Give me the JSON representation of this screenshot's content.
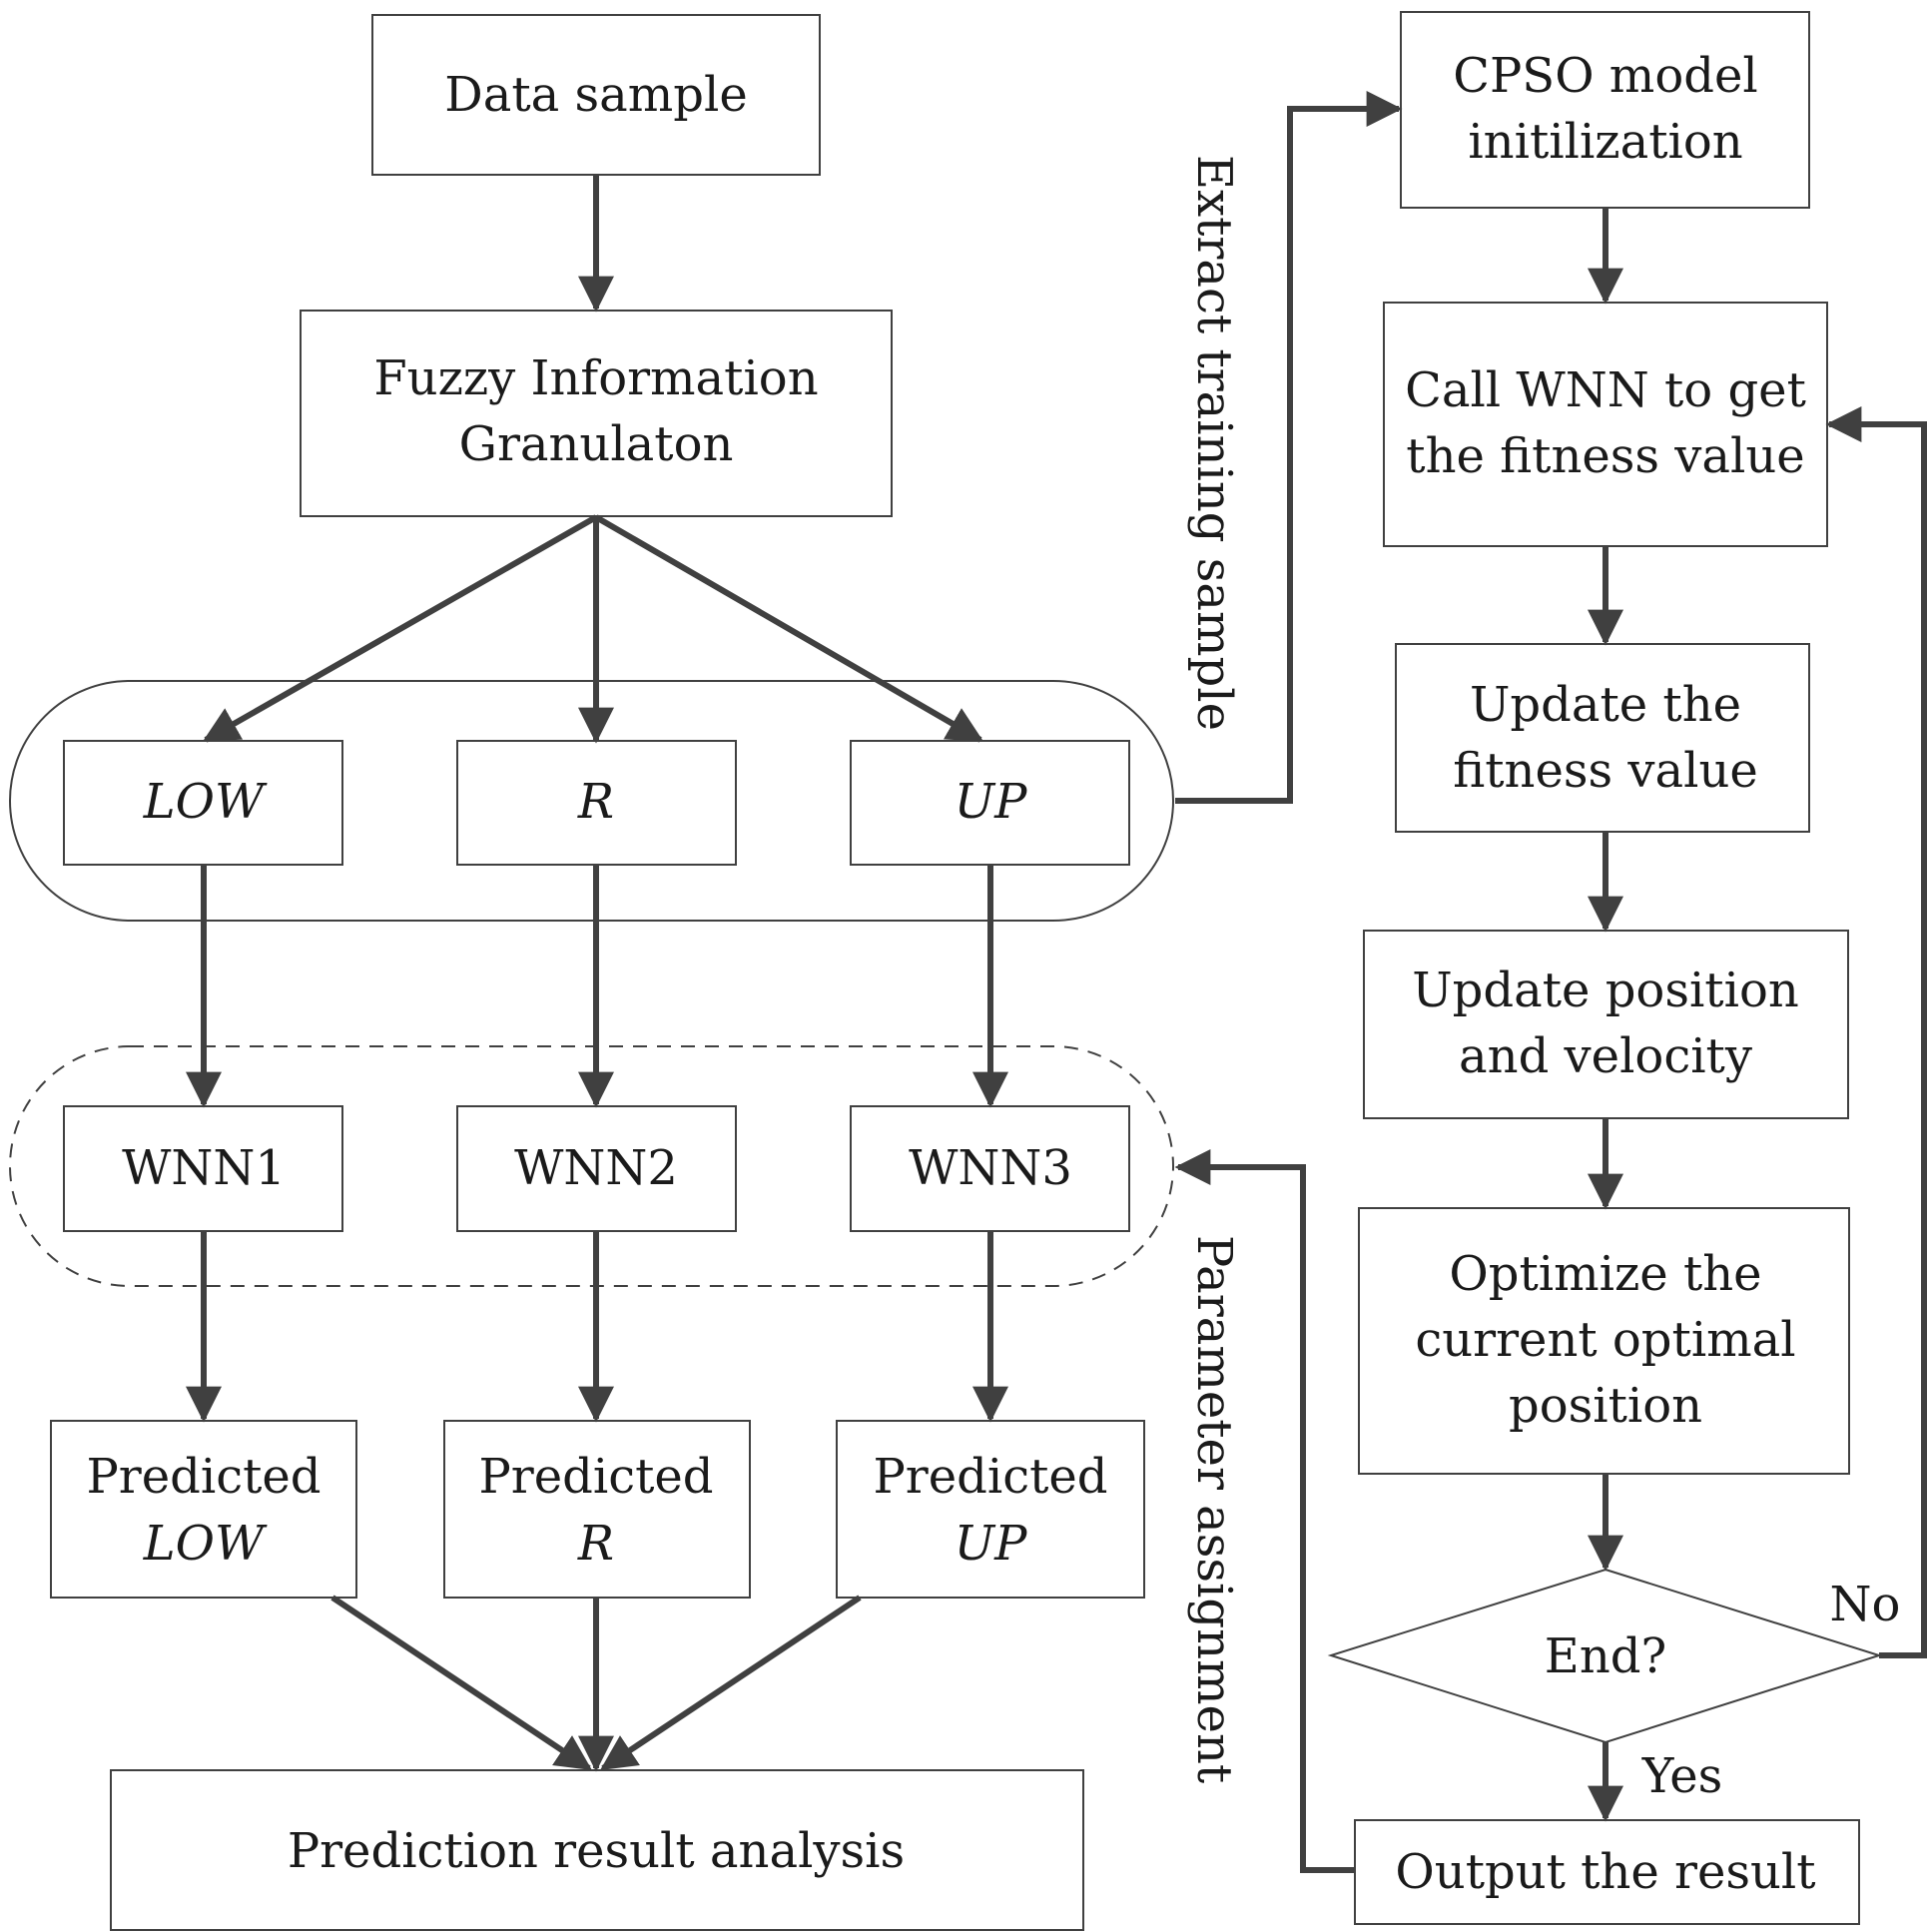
{
  "nodes": {
    "data_sample": "Data sample",
    "fig_line1": "Fuzzy Information",
    "fig_line2": "Granulaton",
    "low": "LOW",
    "r": "R",
    "up": "UP",
    "wnn1": "WNN1",
    "wnn2": "WNN2",
    "wnn3": "WNN3",
    "pred_word": "Predicted",
    "pred_low": "LOW",
    "pred_r": "R",
    "pred_up": "UP",
    "analysis": "Prediction result analysis",
    "cpso_line1": "CPSO model",
    "cpso_line2": "initilization",
    "call_line1": "Call WNN to get",
    "call_line2": "the fitness value",
    "upd_fit_line1": "Update the",
    "upd_fit_line2": "fitness value",
    "upd_pos_line1": "Update position",
    "upd_pos_line2": "and velocity",
    "opt_line1": "Optimize the",
    "opt_line2": "current optimal",
    "opt_line3": "position",
    "end": "End?",
    "output": "Output the result"
  },
  "edge_labels": {
    "extract": "Extract training sample",
    "param": "Parameter assignment",
    "no": "No",
    "yes": "Yes"
  },
  "colors": {
    "stroke": "#404040",
    "text": "#1a1a1a"
  }
}
